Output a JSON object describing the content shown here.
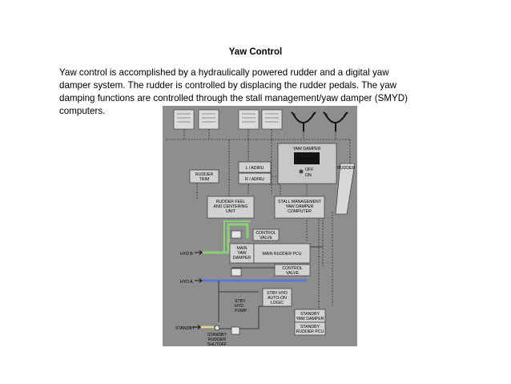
{
  "document": {
    "title": "Yaw Control",
    "paragraph_lines": [
      "Yaw control is accomplished by a hydraulically powered rudder and a digital yaw",
      "damper system. The rudder is controlled by displacing the rudder pedals. The yaw",
      "damping functions are controlled through the stall management/yaw damper (SMYD)",
      "computers."
    ]
  },
  "diagram": {
    "yaw_damper_panel": "YAW DAMPER",
    "yaw_damper_light": "YAW DAMPER",
    "off_label": "OFF",
    "on_label": "ON",
    "rudder_trim": "RUDDER TRIM",
    "l_adiru": "L / ADIRU",
    "r_adiru": "R / ADIRU",
    "rudder": "RUDDER",
    "feel_unit": "RUDDER FEEL AND CENTERING UNIT",
    "smyd": "STALL MANAGEMENT YAW DAMPER COMPUTER",
    "control_valve_1": "CONTROL VALVE",
    "main_yaw_damper": "MAIN YAW DAMPER",
    "main_pcu": "MAIN RUDDER PCU",
    "control_valve_2": "CONTROL VALVE",
    "hyd_b": "HYD B",
    "hyd_a": "HYD A",
    "stby_logic": "STBY HYD AUTO-ON LOGIC",
    "stby_pump": "STBY HYD PUMP",
    "standby": "STANDBY",
    "standby_yaw_damper": "STANDBY YAW DAMPER",
    "standby_pcu": "STANDBY RUDDER PCU",
    "shutoff": "STANDBY RUDDER SHUTOFF",
    "colors": {
      "background": "#8e8e8e",
      "hyd_b_line": "#8cd07a",
      "hyd_a_line": "#5878d8"
    }
  }
}
